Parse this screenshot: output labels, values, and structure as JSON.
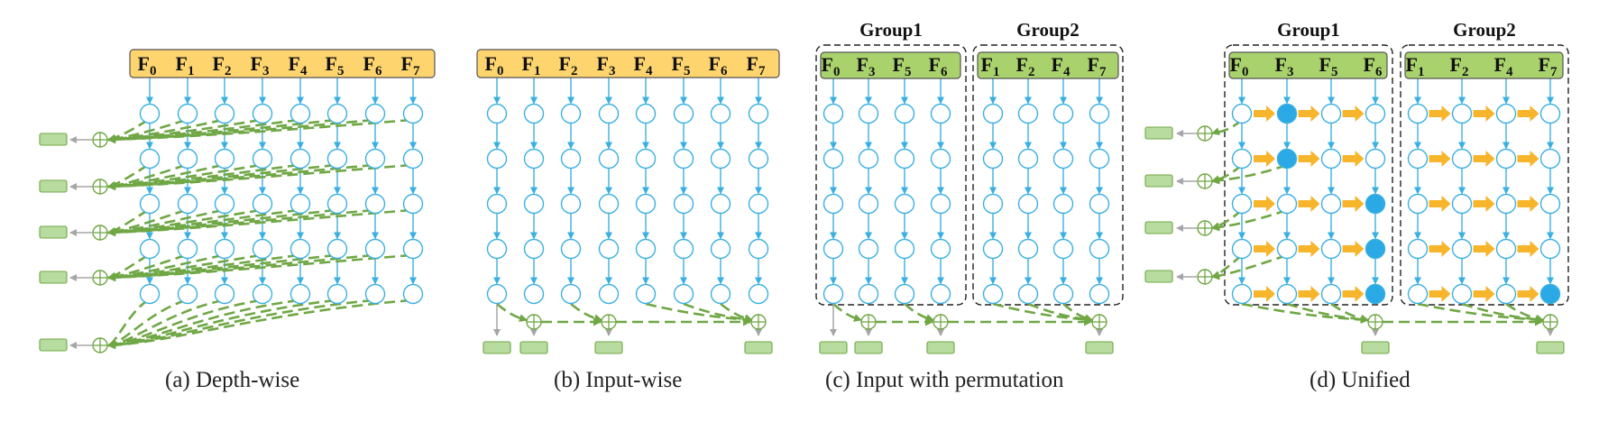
{
  "panels": {
    "a": {
      "caption": "(a)  Depth-wise",
      "header": [
        "0",
        "1",
        "2",
        "3",
        "4",
        "5",
        "6",
        "7"
      ]
    },
    "b": {
      "caption": "(b)  Input-wise",
      "header": [
        "0",
        "1",
        "2",
        "3",
        "4",
        "5",
        "6",
        "7"
      ]
    },
    "c": {
      "caption": "(c)  Input with permutation",
      "groups": [
        {
          "title": "Group1",
          "header": [
            "0",
            "3",
            "5",
            "6"
          ]
        },
        {
          "title": "Group2",
          "header": [
            "1",
            "2",
            "4",
            "7"
          ]
        }
      ]
    },
    "d": {
      "caption": "(d)  Unified",
      "groups": [
        {
          "title": "Group1",
          "header": [
            "0",
            "3",
            "5",
            "6"
          ]
        },
        {
          "title": "Group2",
          "header": [
            "1",
            "2",
            "4",
            "7"
          ]
        }
      ]
    }
  },
  "feature_letter": "F",
  "colors": {
    "header_yellow": "#fdd46e",
    "header_green": "#a9d26c",
    "node_blue": "#3ab0e2",
    "node_fill_blue": "#2aa9e4",
    "dash_green": "#70a745",
    "output_box": "#b8dca0",
    "arrow_orange": "#f7b52c",
    "arrow_grey": "#a6a6a6"
  }
}
